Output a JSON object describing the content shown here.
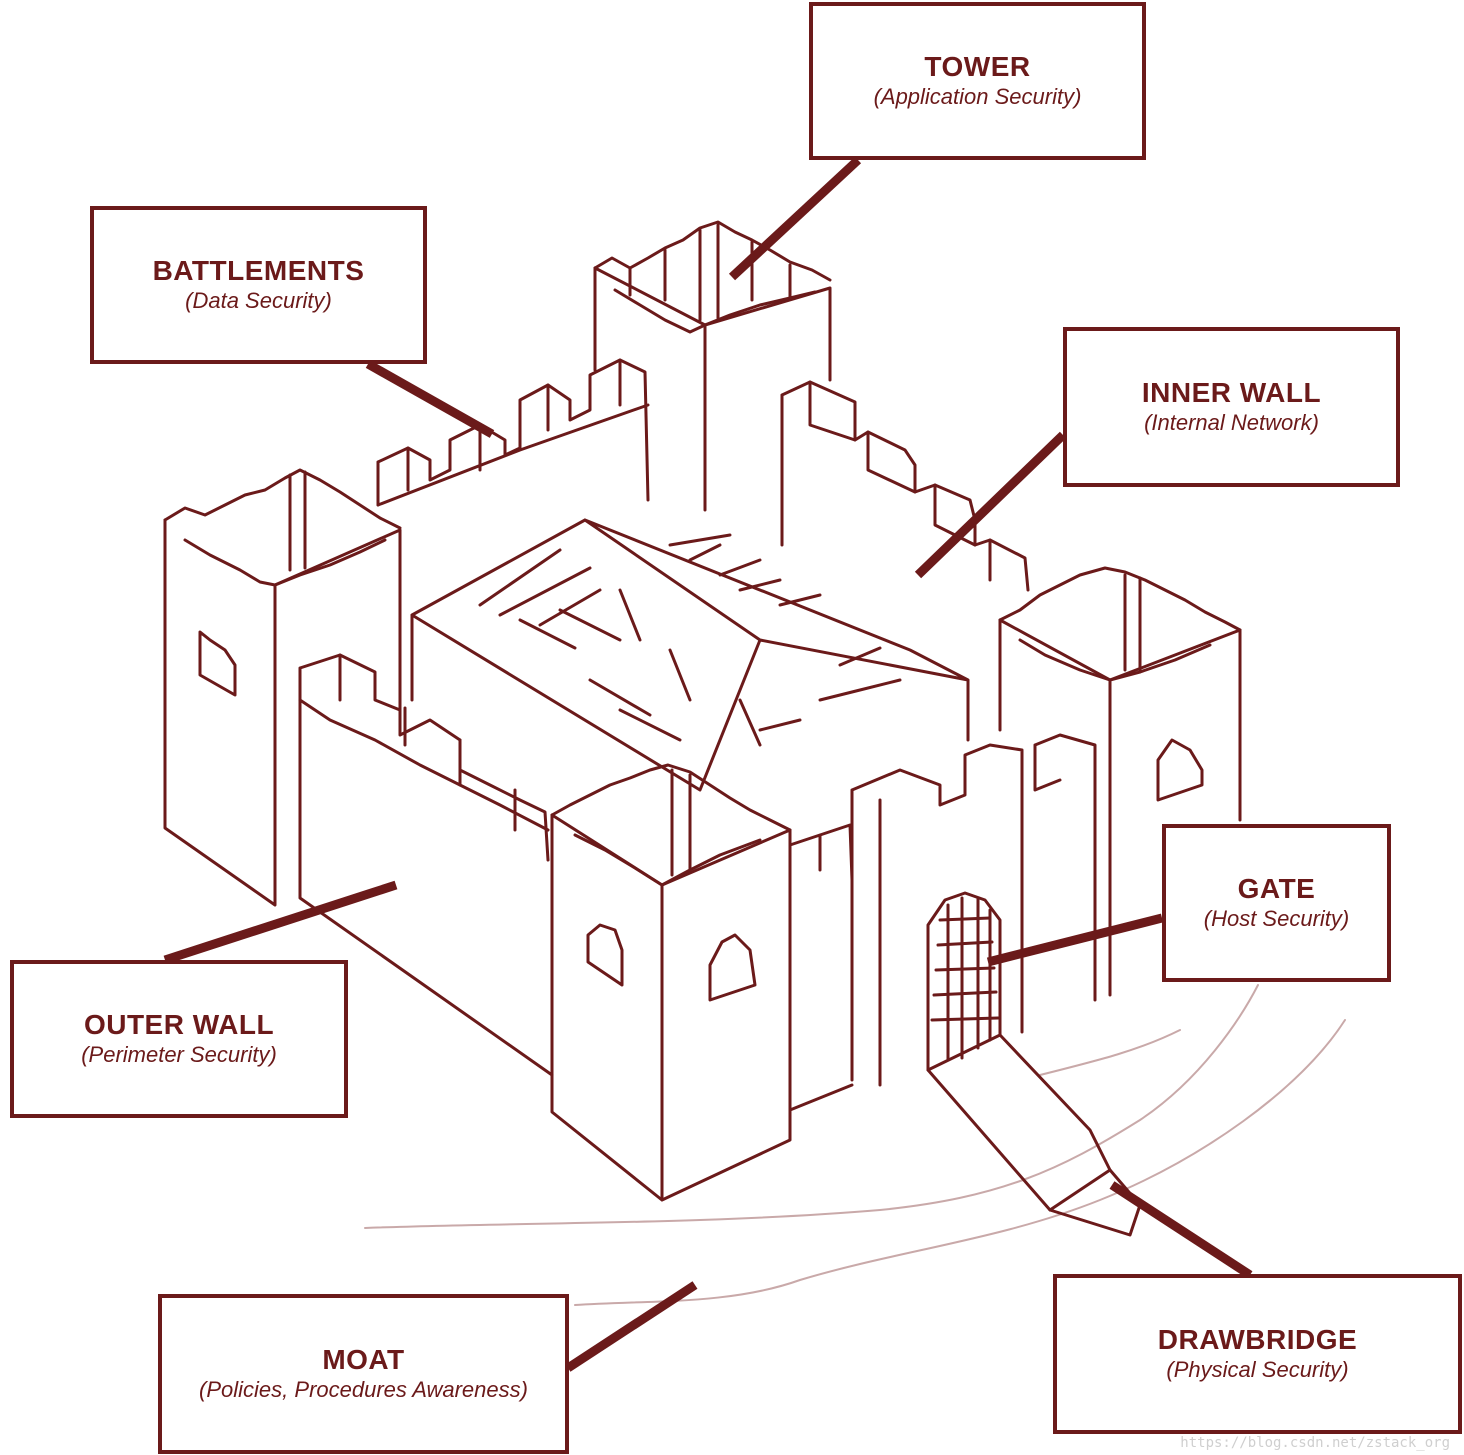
{
  "colors": {
    "accent": "#6b1a1a",
    "light_line": "#c9a9a9"
  },
  "labels": {
    "tower": {
      "title": "TOWER",
      "subtitle": "(Application Security)"
    },
    "battlements": {
      "title": "BATTLEMENTS",
      "subtitle": "(Data Security)"
    },
    "inner_wall": {
      "title": "INNER WALL",
      "subtitle": "(Internal Network)"
    },
    "gate": {
      "title": "GATE",
      "subtitle": "(Host Security)"
    },
    "outer_wall": {
      "title": "OUTER WALL",
      "subtitle": "(Perimeter Security)"
    },
    "moat": {
      "title": "MOAT",
      "subtitle": "(Policies, Procedures Awareness)"
    },
    "drawbridge": {
      "title": "DRAWBRIDGE",
      "subtitle": "(Physical Security)"
    }
  },
  "watermark": "https://blog.csdn.net/zstack_org"
}
